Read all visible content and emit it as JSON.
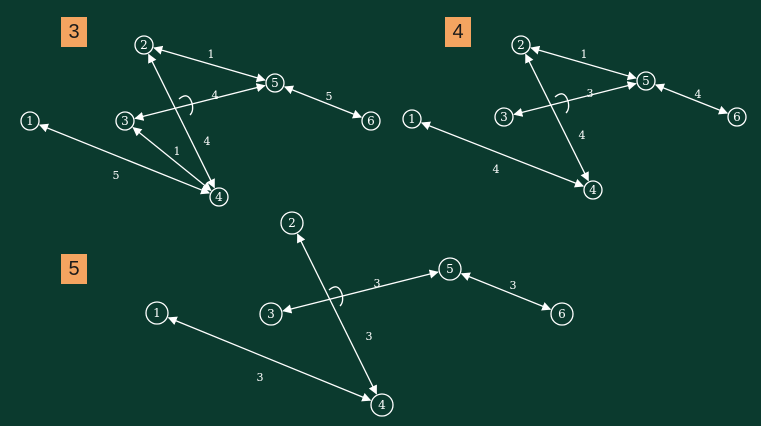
{
  "background_color": "#0b3a2e",
  "badge_color": "#f4a460",
  "line_color": "#ffffff",
  "graphs": [
    {
      "step": "3",
      "nodes": [
        "1",
        "2",
        "3",
        "4",
        "5",
        "6"
      ],
      "edges": [
        {
          "from": "2",
          "to": "5",
          "weight": "1"
        },
        {
          "from": "3",
          "to": "5",
          "weight": "4"
        },
        {
          "from": "5",
          "to": "6",
          "weight": "5"
        },
        {
          "from": "4",
          "to": "3",
          "weight": "1"
        },
        {
          "from": "4",
          "to": "2",
          "weight": "4"
        },
        {
          "from": "1",
          "to": "4",
          "weight": "5"
        }
      ]
    },
    {
      "step": "4",
      "nodes": [
        "1",
        "2",
        "3",
        "4",
        "5",
        "6"
      ],
      "edges": [
        {
          "from": "2",
          "to": "5",
          "weight": "1"
        },
        {
          "from": "3",
          "to": "5",
          "weight": "3"
        },
        {
          "from": "5",
          "to": "6",
          "weight": "4"
        },
        {
          "from": "4",
          "to": "2",
          "weight": "4"
        },
        {
          "from": "1",
          "to": "4",
          "weight": "4"
        }
      ]
    },
    {
      "step": "5",
      "nodes": [
        "1",
        "2",
        "3",
        "4",
        "5",
        "6"
      ],
      "edges": [
        {
          "from": "3",
          "to": "5",
          "weight": "3"
        },
        {
          "from": "5",
          "to": "6",
          "weight": "3"
        },
        {
          "from": "4",
          "to": "2",
          "weight": "3"
        },
        {
          "from": "1",
          "to": "4",
          "weight": "3"
        }
      ]
    }
  ]
}
